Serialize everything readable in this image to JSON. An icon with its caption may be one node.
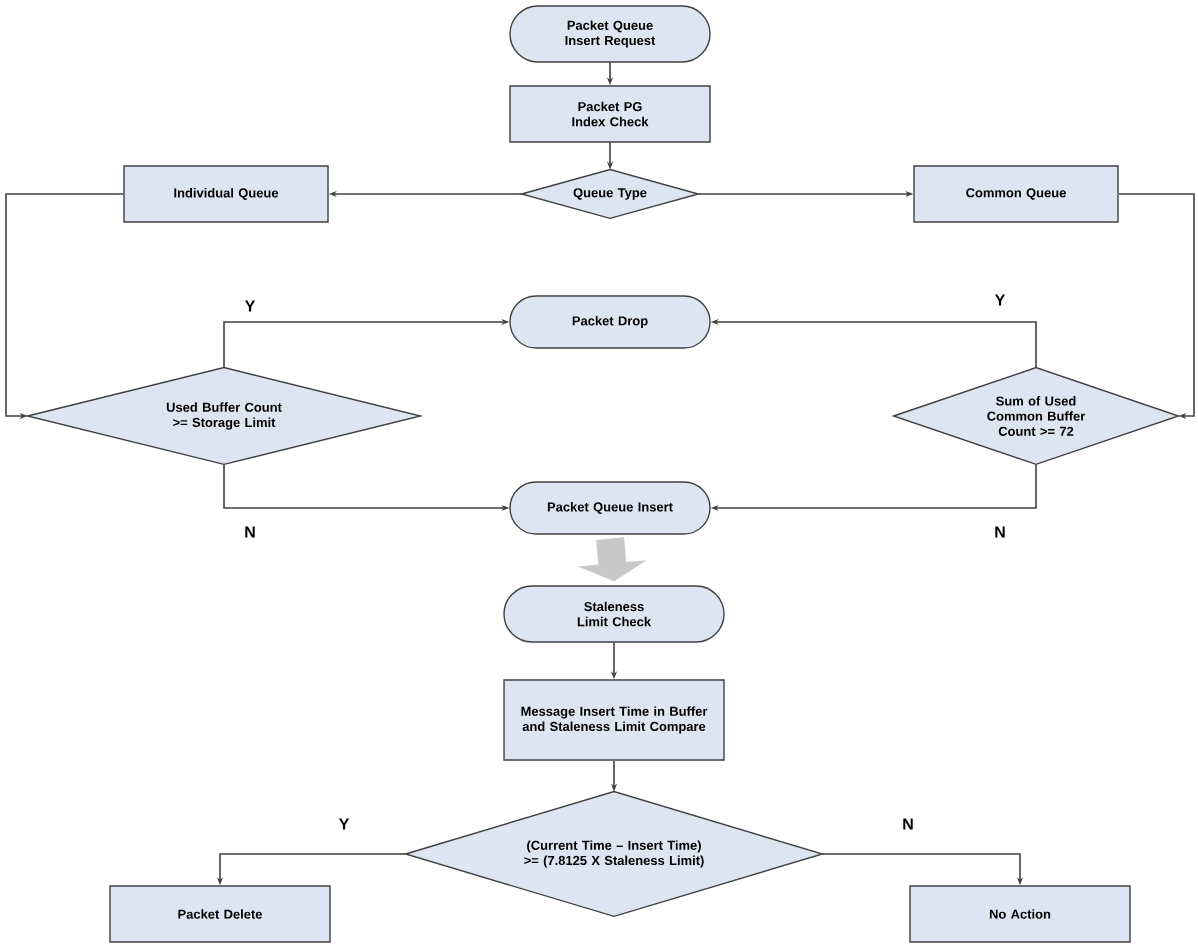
{
  "diagram": {
    "nodes": [
      {
        "text": [
          "Packet Queue Insert Request"
        ]
      },
      {
        "text": [
          "Packet PG Index Check"
        ]
      },
      {
        "text": [
          "Queue Type"
        ]
      },
      {
        "text": [
          "Individual Queue"
        ]
      },
      {
        "text": [
          "Common Queue"
        ]
      },
      {
        "text": [
          "Packet Drop"
        ]
      },
      {
        "text": [
          "Used Buffer Count >= Storage Limit"
        ]
      },
      {
        "text": [
          "Sum of Used Common Buffer Count >= 72"
        ]
      },
      {
        "text": [
          "Packet Queue Insert"
        ]
      },
      {
        "text": [
          "Staleness Limit Check"
        ]
      },
      {
        "text": [
          "Message Insert Time in Buffer and Staleness Limit Compare"
        ]
      },
      {
        "text": [
          "(Current Time – Insert Time) >= (7.8125 X Staleness Limit)"
        ]
      },
      {
        "text": [
          "Packet Delete"
        ]
      },
      {
        "text": [
          "No Action"
        ]
      }
    ],
    "edges": [
      {
        "from": 0,
        "to": 1,
        "arrow": "to"
      },
      {
        "from": 1,
        "to": 2,
        "arrow": "to"
      },
      {
        "from": 2,
        "to": 3,
        "arrow": "to"
      },
      {
        "from": 2,
        "to": 4,
        "arrow": "to"
      },
      {
        "from": 3,
        "to": 6,
        "arrow": "to"
      },
      {
        "from": 4,
        "to": 7,
        "arrow": "to"
      },
      {
        "from": 6,
        "to": 5,
        "arrow": "to",
        "label": "Y"
      },
      {
        "from": 7,
        "to": 5,
        "arrow": "to",
        "label": "Y"
      },
      {
        "from": 6,
        "to": 8,
        "arrow": "to",
        "label": "N"
      },
      {
        "from": 7,
        "to": 8,
        "arrow": "to",
        "label": "N"
      },
      {
        "from": 8,
        "to": 9,
        "arrow": "to",
        "style": "thick",
        "color": "#c8c8c8"
      },
      {
        "from": 9,
        "to": 10,
        "arrow": "to"
      },
      {
        "from": 10,
        "to": 11,
        "arrow": "to"
      },
      {
        "from": 11,
        "to": 12,
        "arrow": "to",
        "label": "Y"
      },
      {
        "from": 11,
        "to": 13,
        "arrow": "to",
        "label": "N"
      }
    ]
  }
}
